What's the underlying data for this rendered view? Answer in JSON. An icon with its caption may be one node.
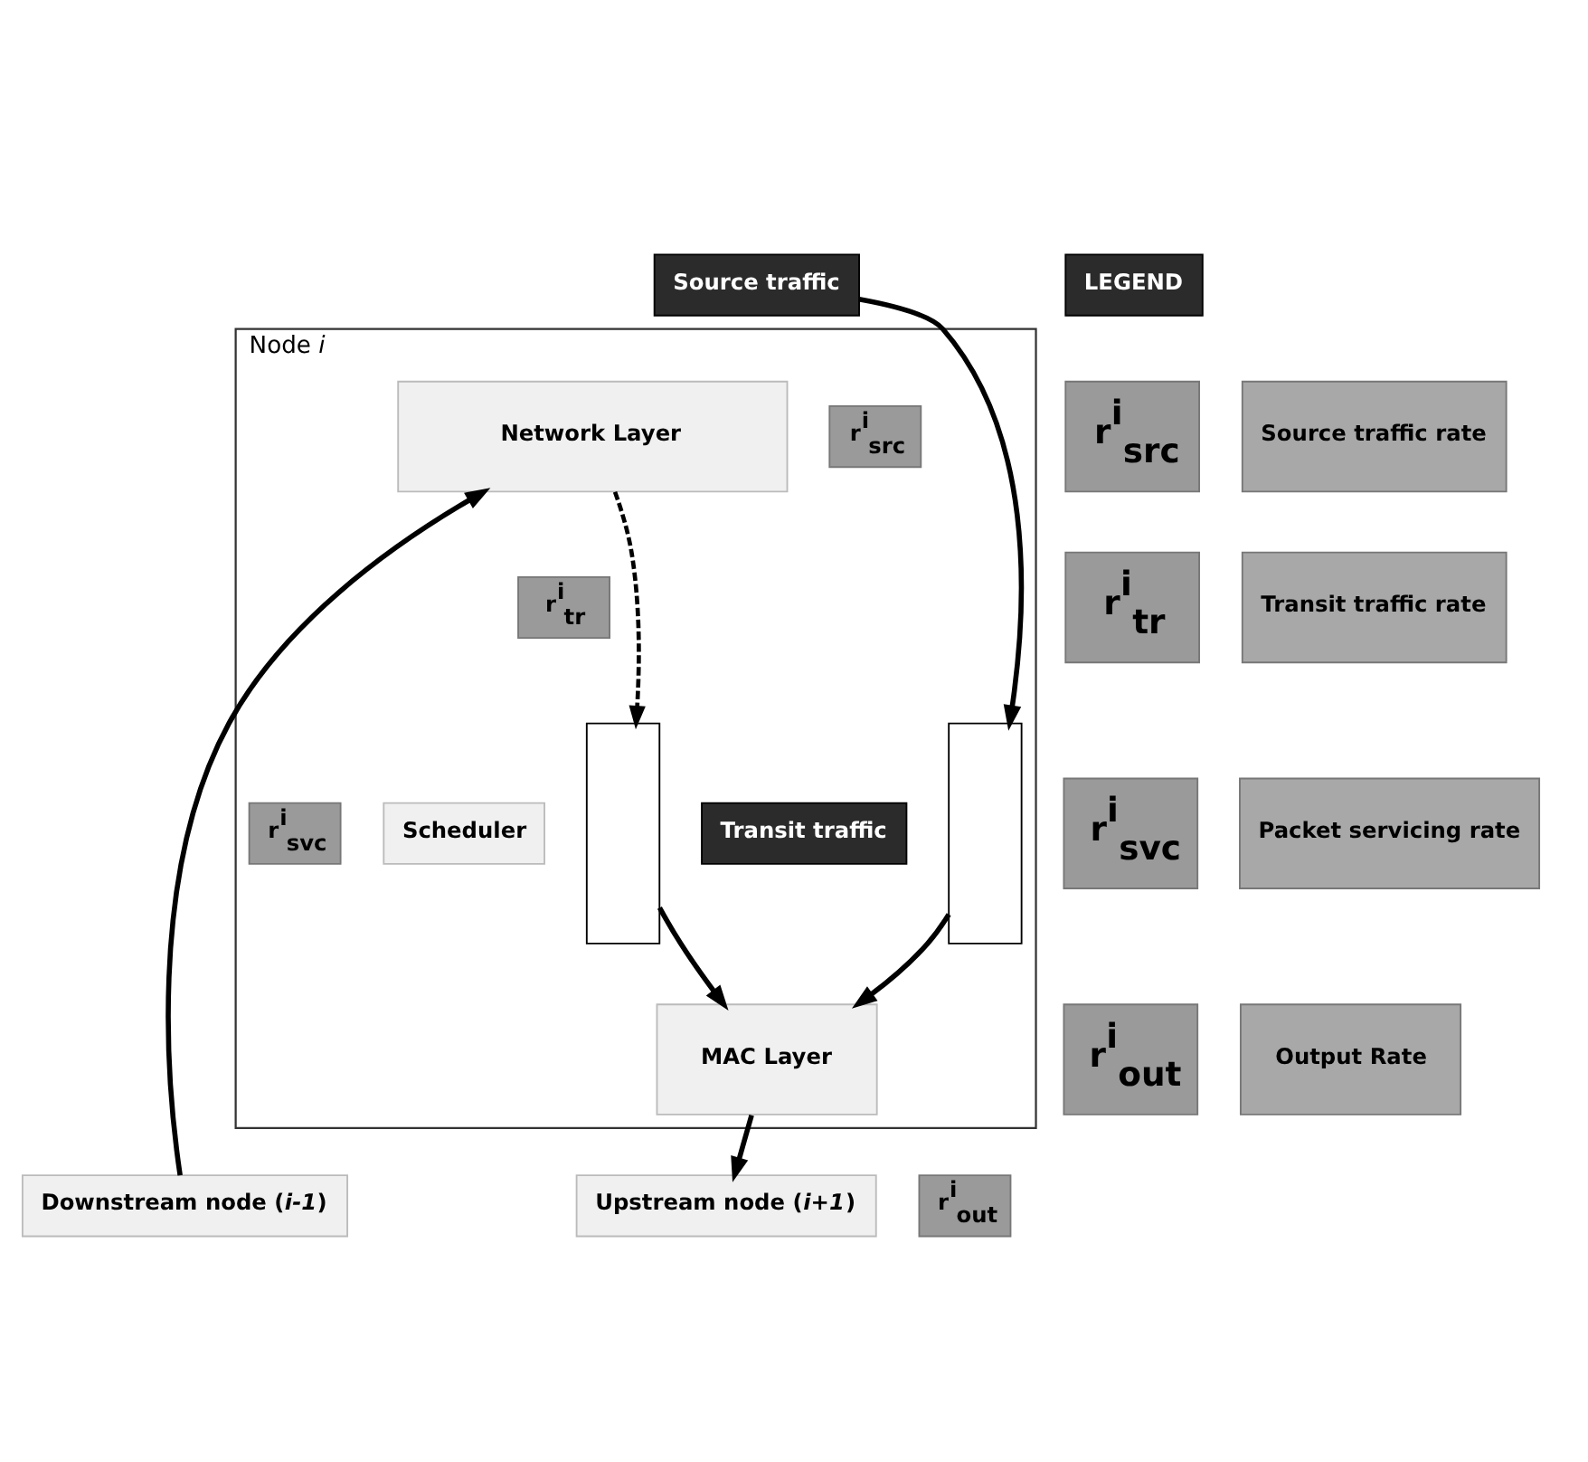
{
  "diagram": {
    "nodes": [
      {
        "text": [
          "Source traffic"
        ]
      },
      {
        "text": [
          "Node *i*"
        ]
      },
      {
        "text": [
          "Network Layer"
        ],
        "in": 1
      },
      {
        "text": [
          "r$^{i}$$_{src}$"
        ],
        "in": 1
      },
      {
        "text": [
          "r$^{i}$$_{tr}$"
        ],
        "in": 1
      },
      {
        "text": [],
        "shape": "box",
        "in": 1
      },
      {
        "text": [],
        "shape": "box",
        "in": 1
      },
      {
        "text": [
          "Scheduler"
        ],
        "in": 1
      },
      {
        "text": [
          "r$^{i}$$_{svc}$"
        ],
        "in": 1
      },
      {
        "text": [
          "MAC Layer"
        ],
        "in": 1
      },
      {
        "text": [
          "r$^{i}$$_{out}$"
        ]
      },
      {
        "text": [
          "Transit traffic"
        ],
        "in": 1
      },
      {
        "text": [
          "Downstream node (*i-1*)"
        ]
      },
      {
        "text": [
          "Upstream node (*i+1*)"
        ]
      },
      {
        "text": [
          "LEGEND"
        ]
      },
      {
        "text": [
          "r$^{i}$$_{src}$"
        ]
      },
      {
        "text": [
          "Source traffic rate"
        ]
      },
      {
        "text": [
          "r$^{i}$$_{tr}$"
        ]
      },
      {
        "text": [
          "Transit traffic rate"
        ]
      },
      {
        "text": [
          "r$^{i}$$_{svc}$"
        ]
      },
      {
        "text": [
          "Packet servicing rate"
        ]
      },
      {
        "text": [
          "r$^{i}$$_{out}$"
        ]
      },
      {
        "text": [
          "Output Rate"
        ]
      }
    ],
    "edges": [
      {
        "from": 0,
        "to": 6,
        "arrow": "to"
      },
      {
        "from": 12,
        "to": 2,
        "arrow": "to"
      },
      {
        "from": 2,
        "to": 5,
        "arrow": "to",
        "style": "dashed"
      },
      {
        "from": 5,
        "to": 9,
        "arrow": "to"
      },
      {
        "from": 6,
        "to": 9,
        "arrow": "to"
      },
      {
        "from": 9,
        "to": 13,
        "arrow": "to"
      }
    ]
  }
}
